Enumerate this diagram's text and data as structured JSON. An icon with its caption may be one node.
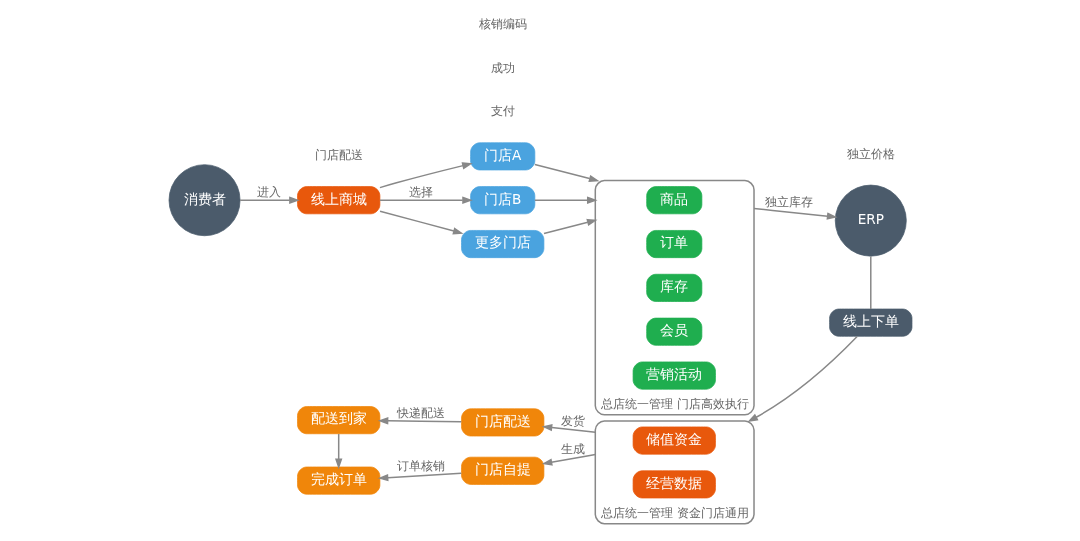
{
  "diagram": {
    "nodes": [
      {
        "text": [
          "消费者"
        ]
      },
      {
        "text": [
          "线上商城"
        ]
      },
      {
        "text": [
          "门店A"
        ]
      },
      {
        "text": [
          "门店B"
        ]
      },
      {
        "text": [
          "更多门店"
        ]
      },
      {
        "text": [
          "总店统一管理 门店高效执行"
        ]
      },
      {
        "text": [
          "商品"
        ],
        "in": 5
      },
      {
        "text": [
          "订单"
        ],
        "in": 5
      },
      {
        "text": [
          "库存"
        ],
        "in": 5
      },
      {
        "text": [
          "会员"
        ],
        "in": 5
      },
      {
        "text": [
          "营销活动"
        ],
        "in": 5
      },
      {
        "text": [
          "ERP"
        ]
      },
      {
        "text": [
          "线上下单"
        ]
      },
      {
        "text": [
          "总店统一管理 资金门店通用"
        ]
      },
      {
        "text": [
          "储值资金"
        ],
        "in": 13
      },
      {
        "text": [
          "经营数据"
        ],
        "in": 13
      },
      {
        "text": [
          "门店配送"
        ]
      },
      {
        "text": [
          "门店自提"
        ]
      },
      {
        "text": [
          "配送到家"
        ]
      },
      {
        "text": [
          "完成订单"
        ]
      }
    ],
    "edges": [
      {
        "from": 0,
        "to": 1,
        "arrow": "to",
        "label": "进入"
      },
      {
        "from": 1,
        "to": 2,
        "arrow": "to"
      },
      {
        "from": 1,
        "to": 3,
        "arrow": "to",
        "label": "选择"
      },
      {
        "from": 1,
        "to": 4,
        "arrow": "to"
      },
      {
        "from": 2,
        "to": 5,
        "arrow": "to"
      },
      {
        "from": 3,
        "to": 5,
        "arrow": "to"
      },
      {
        "from": 4,
        "to": 5,
        "arrow": "to"
      },
      {
        "from": 5,
        "to": 11,
        "arrow": "to",
        "label": "独立库存"
      },
      {
        "from": 11,
        "to": 12,
        "arrow": "none"
      },
      {
        "from": 12,
        "to": 13,
        "arrow": "to"
      },
      {
        "from": 13,
        "to": 16,
        "arrow": "to",
        "label": "发货"
      },
      {
        "from": 13,
        "to": 17,
        "arrow": "to",
        "label": "生成"
      },
      {
        "from": 16,
        "to": 18,
        "arrow": "to",
        "label": "快递配送"
      },
      {
        "from": 17,
        "to": 19,
        "arrow": "to",
        "label": "订单核销"
      },
      {
        "from": 18,
        "to": 19,
        "arrow": "to"
      }
    ],
    "labels": [
      "独立价格",
      "门店配送",
      "支付",
      "成功",
      "核销编码"
    ]
  }
}
